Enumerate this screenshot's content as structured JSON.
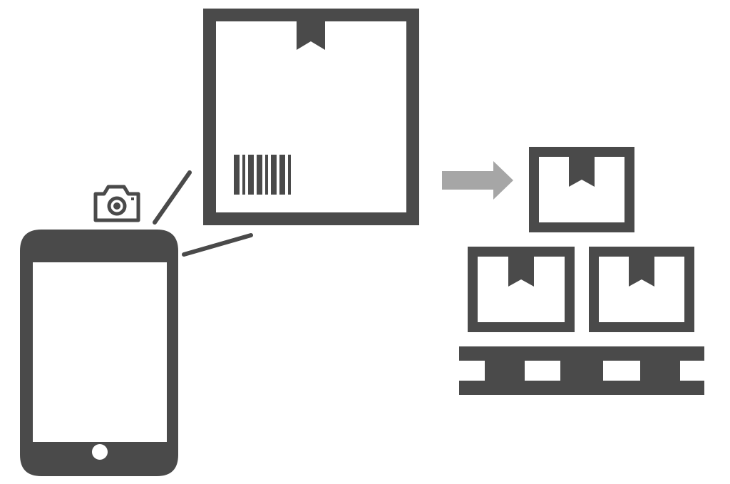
{
  "colors": {
    "icon": "#4a4a4a",
    "arrow": "#a6a6a6",
    "background": "#ffffff"
  },
  "icons": [
    "tablet-icon",
    "camera-icon",
    "package-box-icon",
    "barcode-icon",
    "arrow-right-icon",
    "stacked-boxes-on-pallet-icon"
  ],
  "barcode": {
    "bar_widths": [
      8,
      4,
      8,
      8,
      4,
      8,
      8,
      4
    ]
  }
}
